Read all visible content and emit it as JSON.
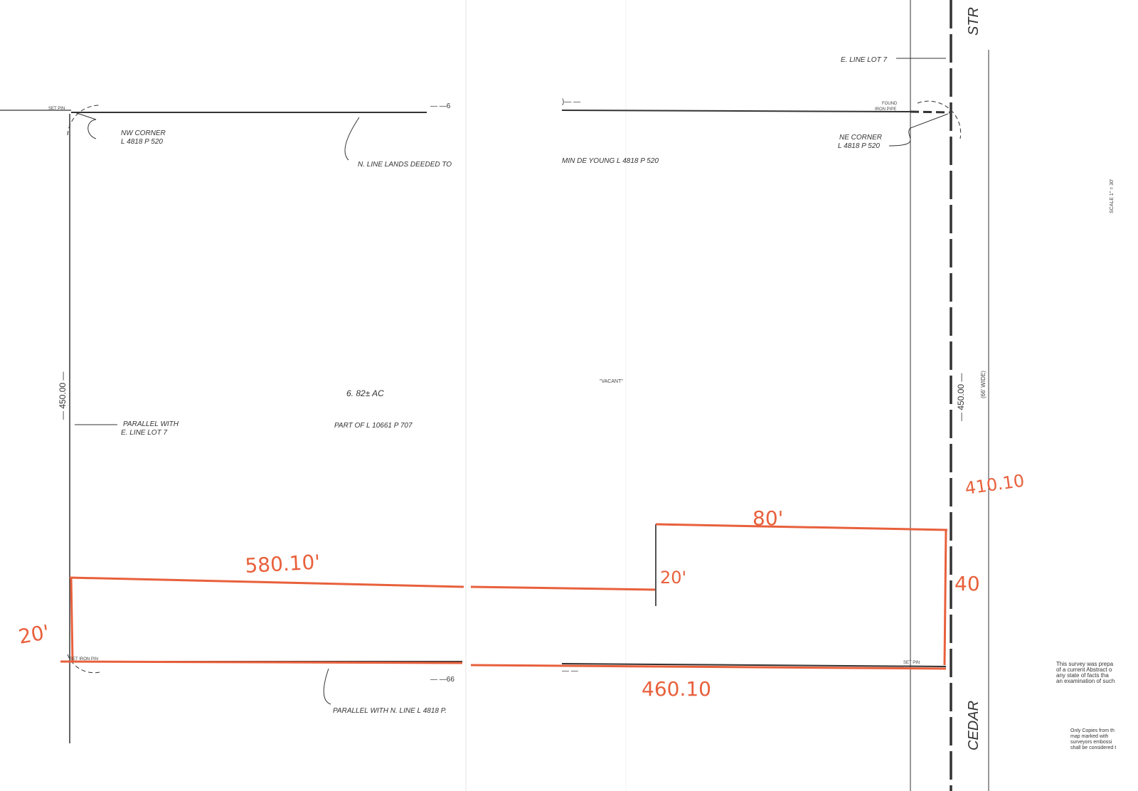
{
  "survey": {
    "street_top": "STR",
    "street_bottom": "CEDAR",
    "e_line_lot7": "E. LINE LOT 7",
    "found_iron_pipe_1": "FOUND",
    "found_iron_pipe_2": "IRON PIPE",
    "ne_corner_1": "NE CORNER",
    "ne_corner_2": "L 4818 P 520",
    "nw_corner_1": "NW CORNER",
    "nw_corner_2": "L 4818 P 520",
    "set_pin_top": "SET PIN",
    "set_iron_pin": "SET IRON PIN",
    "set_pin_bottom": "SET PIN",
    "n_line_left": "N. LINE LANDS DEEDED TO",
    "n_line_right": "MIN DE YOUNG L 4818 P 520",
    "top_dim_left": "— —6",
    "top_dim_right": ")— —",
    "bottom_dim_left": "— —66",
    "bottom_dim_right": "— —",
    "left_dim": "— 450.00 —",
    "right_dim": "— 450.00 —",
    "street_width": "(66' WIDE)",
    "parallel_1": "PARALLEL WITH",
    "parallel_2": "E. LINE LOT 7",
    "acreage": "6. 82± AC",
    "part_of": "PART OF L 10661 P 707",
    "vacant": "\"VACANT\"",
    "parallel_n_line": "PARALLEL WITH N. LINE L 4818 P.",
    "scale": "SCALE 1\" = 30'"
  },
  "annotations": {
    "dim_580": "580.10'",
    "dim_20_left": "20'",
    "dim_20_mid": "20'",
    "dim_80": "80'",
    "dim_410": "410.10",
    "dim_40": "40",
    "dim_460": "460.10",
    "color": "#e8603c"
  },
  "notes": {
    "survey_note": [
      "This survey was prepa",
      "of a current Abstract o",
      "any state of facts tha",
      "an examination of such"
    ],
    "copies_note": [
      "Only Copies from th",
      "map marked with",
      "surveyors embossi",
      "shall be considered t"
    ]
  }
}
